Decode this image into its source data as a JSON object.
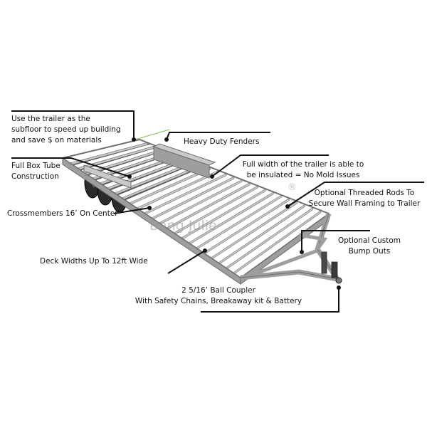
{
  "labels": {
    "subfloor": {
      "lines": [
        "Use the trailer as the",
        "subfloor to speed up building",
        "and save $ on materials"
      ]
    },
    "box_tube": {
      "lines": [
        "Full Box Tube",
        "Construction"
      ]
    },
    "crossmembers": {
      "lines": [
        "Crossmembers 16’ On Center"
      ]
    },
    "deck_width": {
      "lines": [
        "Deck Widths Up To 12ft Wide"
      ]
    },
    "fenders": {
      "lines": [
        "Heavy Duty Fenders"
      ]
    },
    "insulated": {
      "lines": [
        "Full width of the trailer is able to",
        "be insulated = No Mold Issues"
      ]
    },
    "threaded_rods": {
      "lines": [
        "Optional Threaded Rods To",
        "Secure Wall Framing to Trailer"
      ]
    },
    "bump_outs": {
      "lines": [
        "Optional Custom",
        "Bump Outs"
      ]
    },
    "coupler": {
      "lines": [
        "2 5/16’ Ball Coupler",
        "With Safety Chains, Breakaway kit & Battery"
      ]
    }
  },
  "watermark": {
    "text": "Bang Julie",
    "registered": "®"
  },
  "colors": {
    "frame_top": "#c9c9c9",
    "frame_side": "#9e9e9e",
    "frame_dark": "#6e6e6e",
    "deck_gap": "#ffffff",
    "tire": "#2b2b2b",
    "leader": "#111111",
    "accent_green": "#7fbf5a"
  },
  "icons": {
    "callout_marker": "dot-marker-icon"
  }
}
